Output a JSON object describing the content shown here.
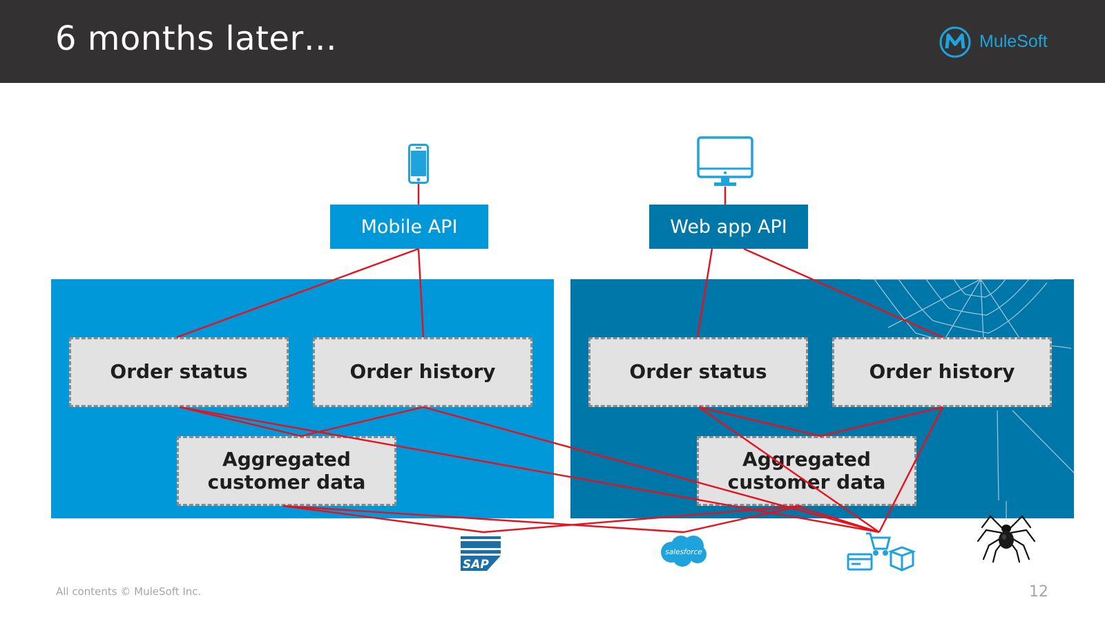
{
  "slide": {
    "title": "6 months later…",
    "logo_text": "MuleSoft",
    "footer": "All contents © MuleSoft Inc.",
    "page_number": "12"
  },
  "apis": {
    "mobile": "Mobile API",
    "web": "Web app API"
  },
  "left_panel": {
    "order_status": "Order status",
    "order_history": "Order history",
    "aggregated": "Aggregated\ncustomer data"
  },
  "right_panel": {
    "order_status": "Order status",
    "order_history": "Order history",
    "aggregated": "Aggregated\ncustomer data"
  },
  "icons": {
    "phone": "mobile-phone-icon",
    "monitor": "desktop-monitor-icon",
    "sap": "sap-logo",
    "salesforce": "salesforce-logo",
    "commerce": "ecommerce-icon",
    "spider": "spider-icon",
    "web": "spider-web"
  },
  "logo_labels": {
    "sap": "SAP",
    "salesforce": "salesforce"
  },
  "colors": {
    "header": "#333132",
    "panel_left": "#0198da",
    "panel_right": "#0077a9",
    "connector": "#e8111b",
    "service_box": "#e3e2e3",
    "brand": "#1fa3dc"
  }
}
